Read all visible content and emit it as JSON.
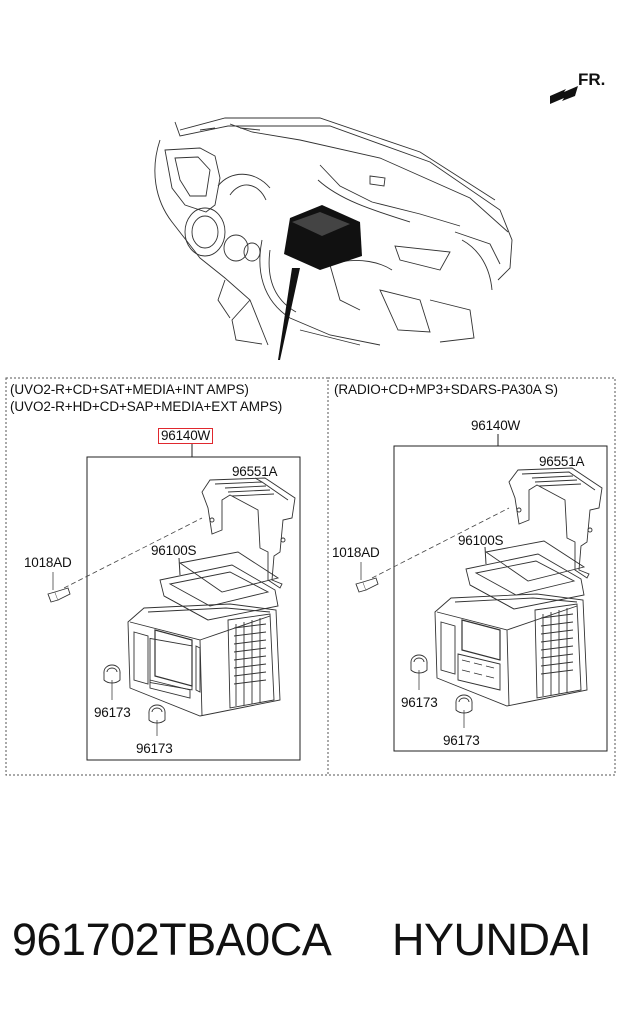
{
  "direction_label": "FR.",
  "left_panel": {
    "variant_line_1": "(UVO2-R+CD+SAT+MEDIA+INT AMPS)",
    "variant_line_2": "(UVO2-R+HD+CD+SAP+MEDIA+EXT AMPS)",
    "assembly_part": "96140W",
    "bracket_part": "96551A",
    "bolt_part": "1018AD",
    "cover_part": "96100S",
    "knob_left_part": "96173",
    "knob_right_part": "96173"
  },
  "right_panel": {
    "variant_line_1": "(RADIO+CD+MP3+SDARS-PA30A S)",
    "assembly_part": "96140W",
    "bracket_part": "96551A",
    "bolt_part": "1018AD",
    "cover_part": "96100S",
    "knob_left_part": "96173",
    "knob_right_part": "96173"
  },
  "footer": {
    "part_number": "961702TBA0CA",
    "brand": "HYUNDAI"
  },
  "colors": {
    "highlight": "#e0282e",
    "line": "#222222",
    "fill_dark": "#111111"
  }
}
